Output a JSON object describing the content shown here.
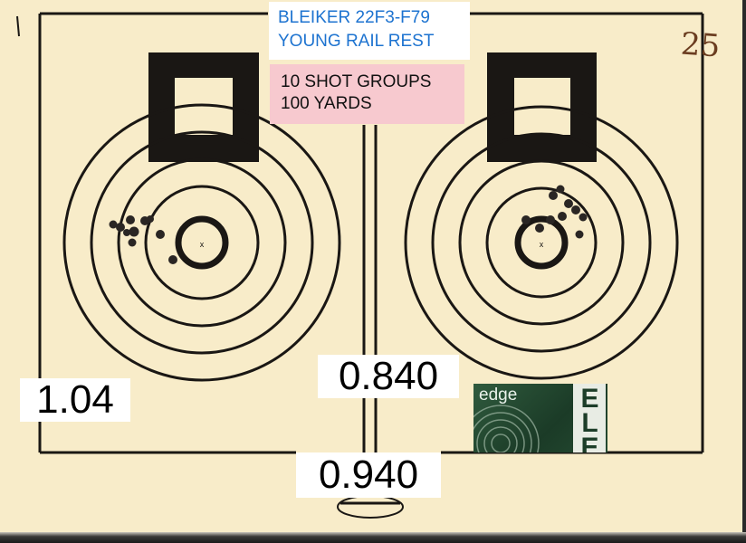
{
  "title_label": {
    "line1": "BLEIKER 22F3-F79",
    "line2": "YOUNG RAIL REST"
  },
  "info_label": {
    "line1": "10 SHOT GROUPS",
    "line2": "100 YARDS"
  },
  "scores": {
    "left": "1.04",
    "right": "0.840",
    "bottom": "0.940"
  },
  "ammo_sticker": {
    "text": "edge",
    "brand": "ELEY"
  },
  "handwritten_note": "25",
  "targets": {
    "center_mark": "x"
  },
  "colors": {
    "paper": "#f8ecc9",
    "ink": "#1a1714",
    "title_text": "#1d73d0",
    "info_bg": "#f7c9cf",
    "sticker_green": "#1b3b27"
  }
}
